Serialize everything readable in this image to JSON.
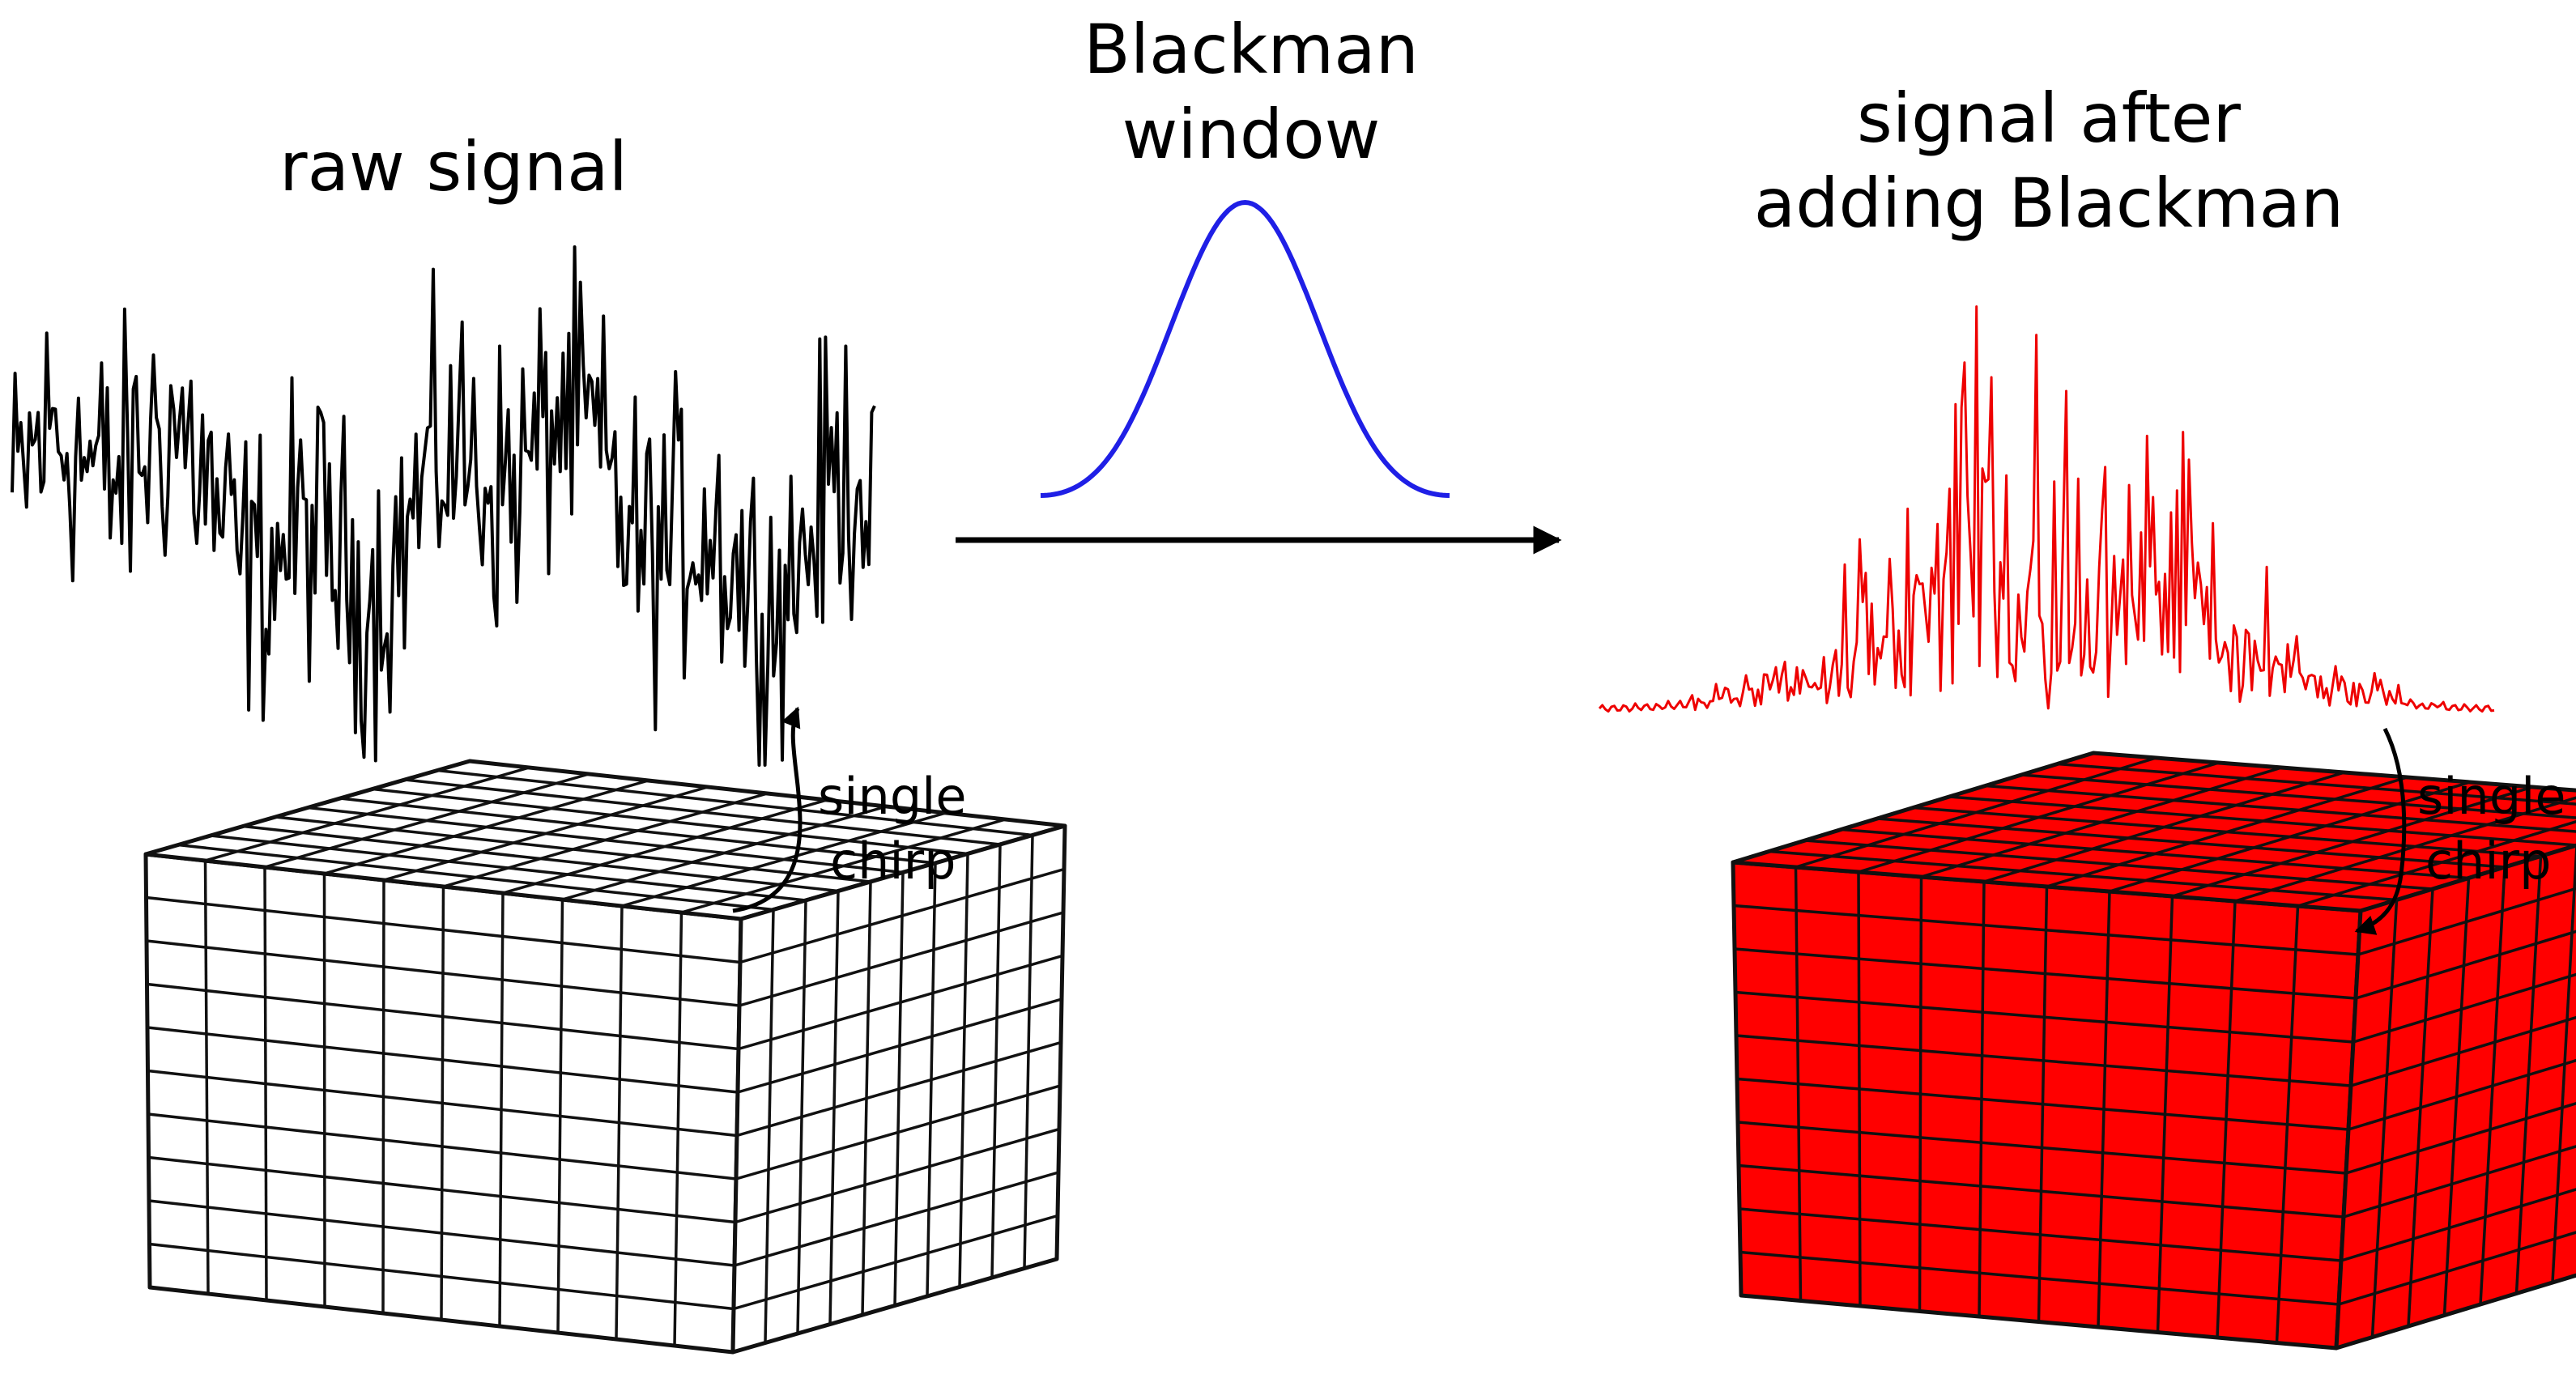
{
  "labels": {
    "raw_signal": "raw signal",
    "blackman_line1": "Blackman",
    "blackman_line2": "window",
    "after_line1": "signal after",
    "after_line2": "adding Blackman",
    "chirp_left_line1": "single",
    "chirp_left_line2": "chirp",
    "chirp_right_line1": "single",
    "chirp_right_line2": "chirp"
  },
  "colors": {
    "raw_signal": "#000000",
    "window": "#1f1fe6",
    "windowed_signal": "#ee0000",
    "cube_left_fill": "#ffffff",
    "cube_right_fill": "#ff0000",
    "grid_line": "#111111",
    "arrow": "#000000"
  },
  "cube": {
    "divisions": 10
  },
  "signal": {
    "samples": 300,
    "seed": 12345
  }
}
